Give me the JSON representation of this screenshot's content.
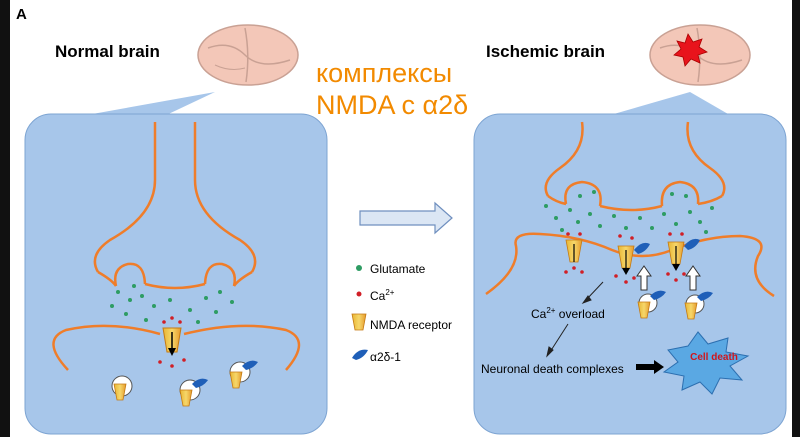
{
  "panel_letter": "A",
  "normal_title": "Normal brain",
  "ischemic_title": "Ischemic brain",
  "overlay_line1": "комплексы",
  "overlay_line2": "NMDA с α2δ",
  "legend": {
    "glutamate": "Glutamate",
    "ca_base": "Ca",
    "ca_sup": "2+",
    "nmda_receptor": "NMDA receptor",
    "a2d1": "α2δ-1"
  },
  "ischemic_labels": {
    "ca_overload_base": "Ca",
    "ca_overload_sup": "2+",
    "ca_overload_rest": " overload",
    "neuronal_death": "Neuronal death complexes",
    "cell_death": "Cell death"
  },
  "colors": {
    "membrane": "#ef7d2a",
    "panel_fill": "#a7c6ea",
    "glutamate": "#2e9c63",
    "calcium": "#d11f27",
    "a2d1": "#1f5fb8",
    "overlay_text": "#f28a00",
    "cell_death_burst": "#5aa8e3",
    "brain": "#f3c7b8",
    "lesion": "#e8141c"
  }
}
